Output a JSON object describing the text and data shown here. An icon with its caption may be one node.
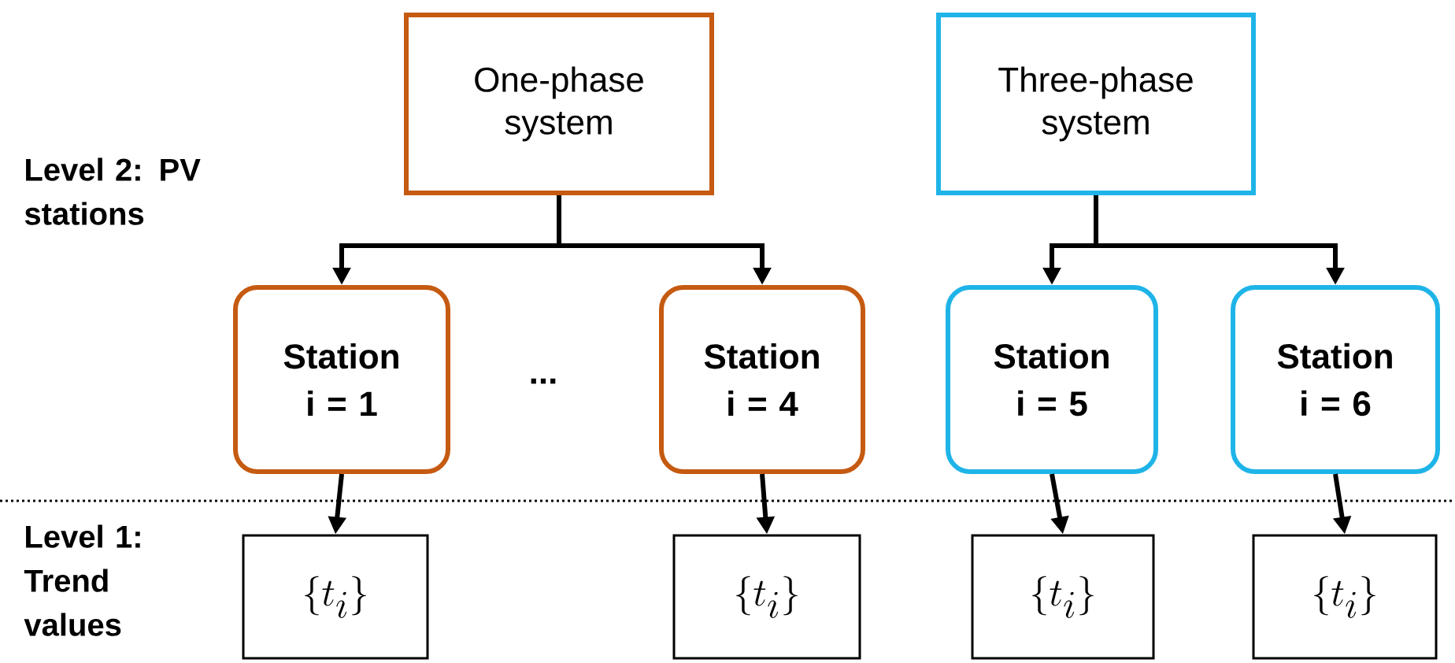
{
  "diagram": {
    "nodes": [
      {
        "text": [
          "One-phase system"
        ]
      },
      {
        "text": [
          "Three-phase system"
        ]
      },
      {
        "text": [
          "Station i = 1"
        ]
      },
      {
        "text": [
          "Station i = 4"
        ]
      },
      {
        "text": [
          "Station i = 5"
        ]
      },
      {
        "text": [
          "Station i = 6"
        ]
      },
      {
        "text": [
          "\\{t_i\\}"
        ]
      },
      {
        "text": [
          "\\{t_i\\}"
        ]
      },
      {
        "text": [
          "\\{t_i\\}"
        ]
      },
      {
        "text": [
          "\\{t_i\\}"
        ]
      }
    ],
    "edges": [
      {
        "from": 0,
        "to": 2,
        "arrow": "to"
      },
      {
        "from": 0,
        "to": 3,
        "arrow": "to"
      },
      {
        "from": 1,
        "to": 4,
        "arrow": "to"
      },
      {
        "from": 1,
        "to": 5,
        "arrow": "to"
      },
      {
        "from": 2,
        "to": 6,
        "arrow": "to"
      },
      {
        "from": 3,
        "to": 7,
        "arrow": "to"
      },
      {
        "from": 4,
        "to": 8,
        "arrow": "to"
      },
      {
        "from": 5,
        "to": 9,
        "arrow": "to"
      }
    ],
    "labels": [
      "Level 2: PV stations",
      "...",
      "Level 1: Trend values"
    ]
  }
}
